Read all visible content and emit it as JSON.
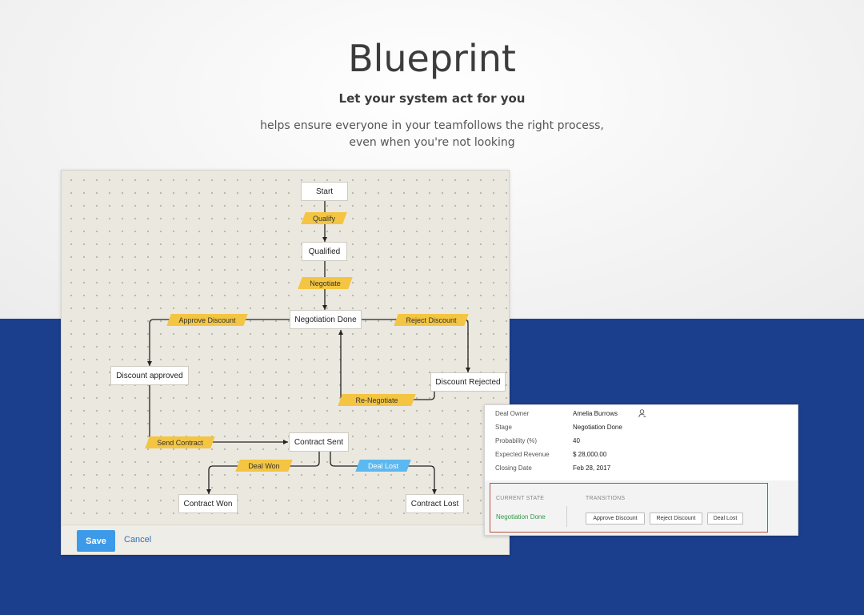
{
  "hero": {
    "title": "Blueprint",
    "subtitle": "Let your system act for you",
    "description_line1": "helps ensure everyone in your teamfollows the right process,",
    "description_line2": "even when you're not looking"
  },
  "colors": {
    "bottom_band": "#1b3f8c",
    "transition_yellow": "#f3c542",
    "transition_blue": "#5cb8f0",
    "save_button": "#3d9ae8",
    "current_state_green": "#2f9a43",
    "highlight_border": "#b5523e"
  },
  "flow": {
    "nodes": {
      "start": "Start",
      "qualified": "Qualified",
      "negotiation_done": "Negotiation Done",
      "discount_approved": "Discount approved",
      "discount_rejected": "Discount Rejected",
      "contract_sent": "Contract Sent",
      "contract_won": "Contract Won",
      "contract_lost": "Contract Lost"
    },
    "transitions": {
      "qualify": "Qualify",
      "negotiate": "Negotiate",
      "approve_discount": "Approve Discount",
      "reject_discount": "Reject Discount",
      "re_negotiate": "Re-Negotiate",
      "send_contract": "Send Contract",
      "deal_won": "Deal Won",
      "deal_lost": "Deal Lost"
    }
  },
  "editor_footer": {
    "save_label": "Save",
    "cancel_label": "Cancel"
  },
  "deal": {
    "fields": [
      {
        "label": "Deal Owner",
        "value": "Amelia Burrows"
      },
      {
        "label": "Stage",
        "value": "Negotiation Done"
      },
      {
        "label": "Probability (%)",
        "value": "40"
      },
      {
        "label": "Expected Revenue",
        "value": "$ 28,000.00"
      },
      {
        "label": "Closing Date",
        "value": "Feb 28, 2017"
      }
    ],
    "owner_icon": "user-icon",
    "current_state_heading": "CURRENT STATE",
    "current_state_value": "Negotiation Done",
    "transitions_heading": "TRANSITIONS",
    "transition_buttons": [
      "Approve Discount",
      "Reject Discount",
      "Deal Lost"
    ]
  }
}
